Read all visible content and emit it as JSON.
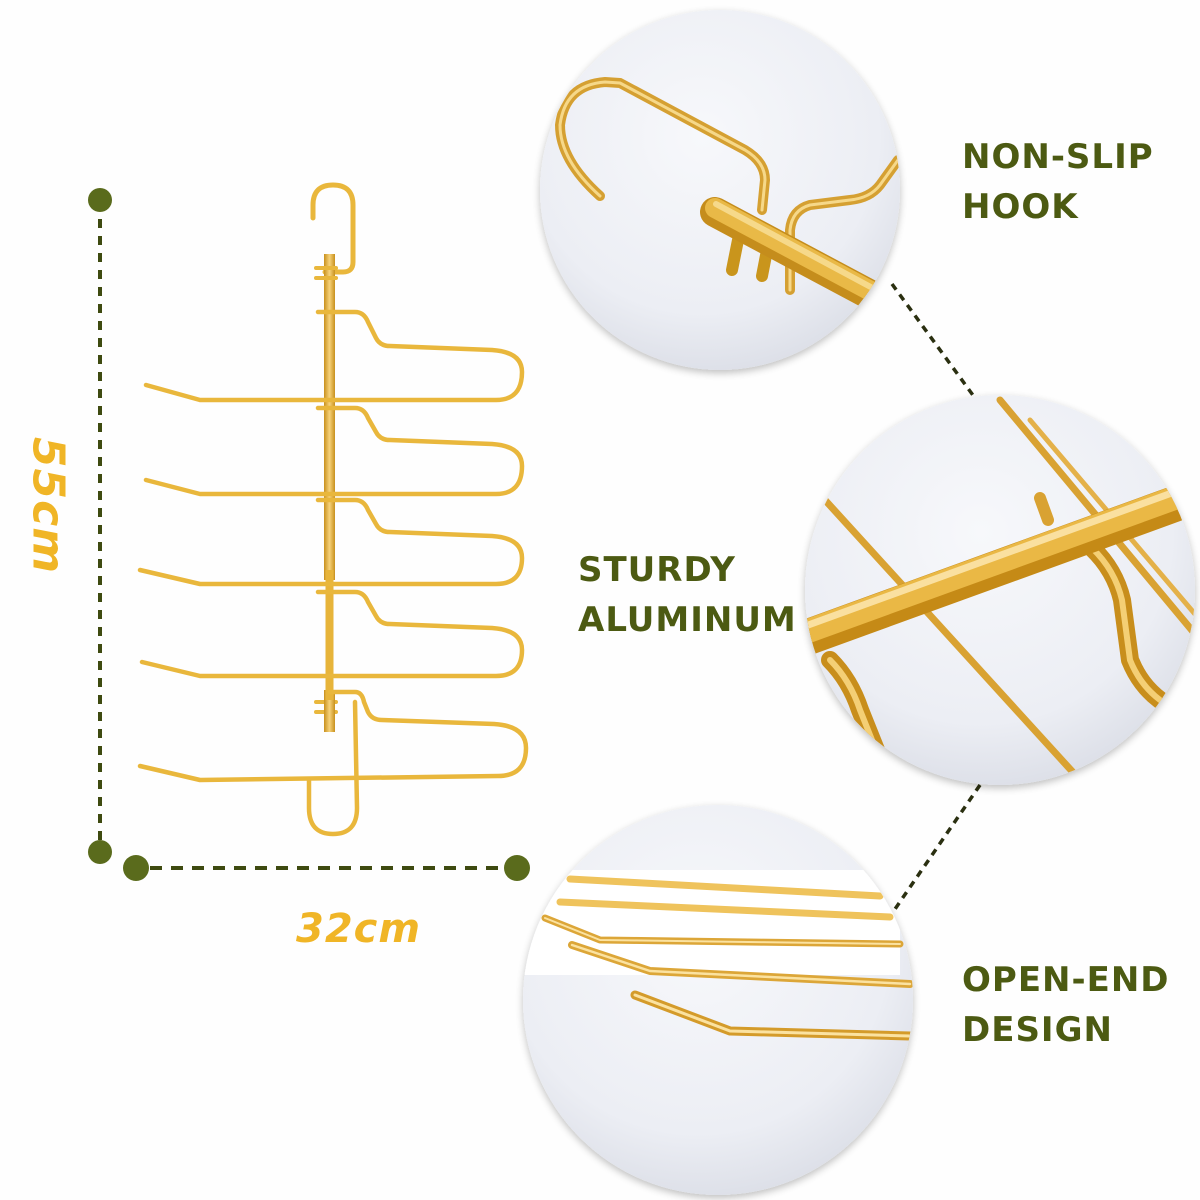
{
  "product": {
    "name": "Gold aluminum multi-layer pants hanger",
    "tiers": 5,
    "colors": {
      "gold": "#e9b73c",
      "gold_highlight": "#f8d77a",
      "gold_shadow": "#c48a18",
      "accent_olive": "#4c5a12",
      "dimension_dot": "#5a6b1c",
      "dimension_text": "#f0b526",
      "circle_bg": "#eef0f5"
    }
  },
  "dimensions": {
    "height": "55cm",
    "width": "32cm"
  },
  "features": [
    {
      "line1": "NON-SLIP",
      "line2": "HOOK",
      "detail": "hook-closeup"
    },
    {
      "line1": "STURDY",
      "line2": "ALUMINUM",
      "detail": "rod-closeup"
    },
    {
      "line1": "OPEN-END",
      "line2": "DESIGN",
      "detail": "open-end-closeup"
    }
  ]
}
